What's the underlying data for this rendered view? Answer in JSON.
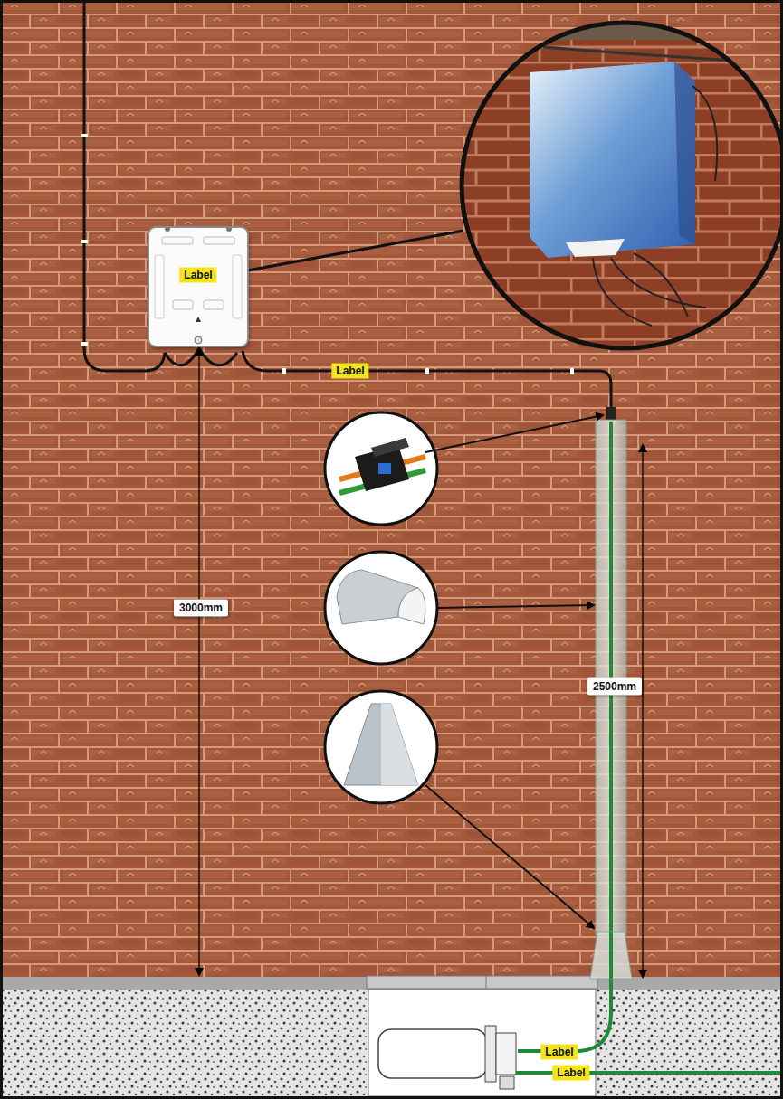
{
  "diagram": {
    "nodes": [
      {
        "text": [
          "Label"
        ]
      }
    ],
    "labels": [
      "Label",
      "3000mm",
      "2500mm",
      "Label",
      "Label"
    ]
  }
}
